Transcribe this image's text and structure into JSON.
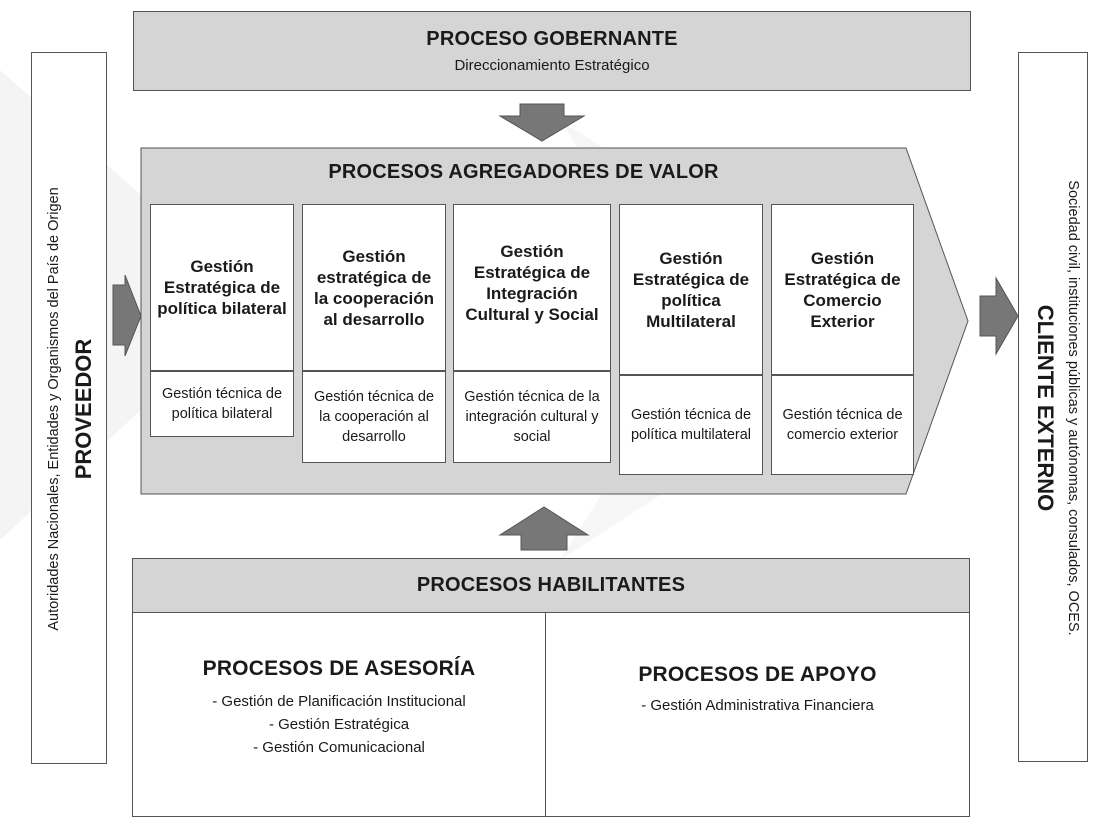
{
  "gobernante": {
    "title": "PROCESO GOBERNANTE",
    "subtitle": "Direccionamiento Estratégico"
  },
  "agregadores": {
    "title": "PROCESOS AGREGADORES DE VALOR",
    "columns": [
      {
        "strategic": "Gestión Estratégica de política bilateral",
        "technical": "Gestión técnica de política bilateral"
      },
      {
        "strategic": "Gestión estratégica de la cooperación al desarrollo",
        "technical": "Gestión técnica de la cooperación al desarrollo"
      },
      {
        "strategic": "Gestión Estratégica de Integración Cultural y Social",
        "technical": "Gestión técnica de la integración cultural y social"
      },
      {
        "strategic": "Gestión Estratégica de política Multilateral",
        "technical": "Gestión técnica de política multilateral"
      },
      {
        "strategic": "Gestión Estratégica de Comercio Exterior",
        "technical": "Gestión técnica de comercio exterior"
      }
    ]
  },
  "habilitantes": {
    "title": "PROCESOS HABILITANTES",
    "asesoria": {
      "title": "PROCESOS DE ASESORÍA",
      "items": [
        "- Gestión de Planificación Institucional",
        "- Gestión Estratégica",
        "- Gestión Comunicacional"
      ]
    },
    "apoyo": {
      "title": "PROCESOS DE APOYO",
      "items": [
        "- Gestión Administrativa Financiera"
      ]
    }
  },
  "proveedor": {
    "title": "PROVEEDOR",
    "subtitle": "Autoridades Nacionales, Entidades y Organismos del País de Origen"
  },
  "cliente": {
    "title": "CLIENTE EXTERNO",
    "subtitle": "Sociedad civil, instituciones públicas y autónomas, consulados, OCES."
  },
  "colors": {
    "box_fill": "#d5d5d5",
    "arrow_fill": "#777777",
    "border": "#555555"
  }
}
